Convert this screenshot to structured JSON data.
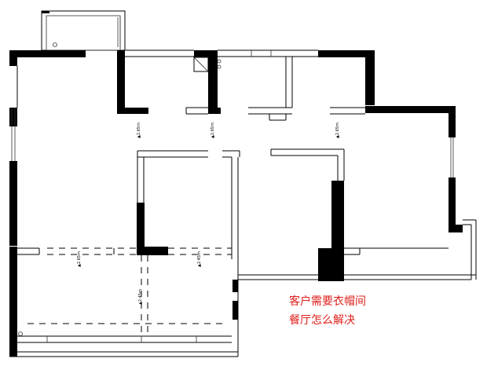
{
  "annotation": {
    "line1": "客户需要衣帽间",
    "line2": "餐厅怎么解决",
    "color": "#e0201c"
  },
  "ceiling_marks": {
    "m1": "▲2.65m",
    "m2": "▲2.65m",
    "m3": "▲2.65m",
    "m4": "▲2.65m",
    "m5": "▲2.45m",
    "m6": "▲2.45m"
  }
}
